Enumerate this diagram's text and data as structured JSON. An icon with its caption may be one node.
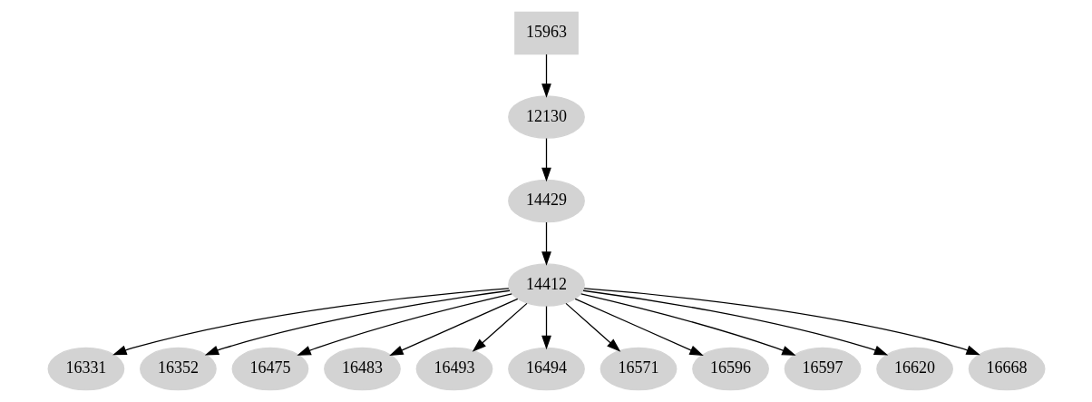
{
  "diagram": {
    "nodes": [
      {
        "text": [
          "15963"
        ]
      },
      {
        "text": [
          "12130"
        ]
      },
      {
        "text": [
          "14429"
        ]
      },
      {
        "text": [
          "14412"
        ]
      },
      {
        "text": [
          "16331"
        ]
      },
      {
        "text": [
          "16352"
        ]
      },
      {
        "text": [
          "16475"
        ]
      },
      {
        "text": [
          "16483"
        ]
      },
      {
        "text": [
          "16493"
        ]
      },
      {
        "text": [
          "16494"
        ]
      },
      {
        "text": [
          "16571"
        ]
      },
      {
        "text": [
          "16596"
        ]
      },
      {
        "text": [
          "16597"
        ]
      },
      {
        "text": [
          "16620"
        ]
      },
      {
        "text": [
          "16668"
        ]
      }
    ],
    "edges": [
      {
        "from": 0,
        "to": 1,
        "arrow": "to"
      },
      {
        "from": 1,
        "to": 2,
        "arrow": "to"
      },
      {
        "from": 2,
        "to": 3,
        "arrow": "to"
      },
      {
        "from": 3,
        "to": 4,
        "arrow": "to"
      },
      {
        "from": 3,
        "to": 5,
        "arrow": "to"
      },
      {
        "from": 3,
        "to": 6,
        "arrow": "to"
      },
      {
        "from": 3,
        "to": 7,
        "arrow": "to"
      },
      {
        "from": 3,
        "to": 8,
        "arrow": "to"
      },
      {
        "from": 3,
        "to": 9,
        "arrow": "to"
      },
      {
        "from": 3,
        "to": 10,
        "arrow": "to"
      },
      {
        "from": 3,
        "to": 11,
        "arrow": "to"
      },
      {
        "from": 3,
        "to": 12,
        "arrow": "to"
      },
      {
        "from": 3,
        "to": 13,
        "arrow": "to"
      },
      {
        "from": 3,
        "to": 14,
        "arrow": "to"
      }
    ]
  }
}
